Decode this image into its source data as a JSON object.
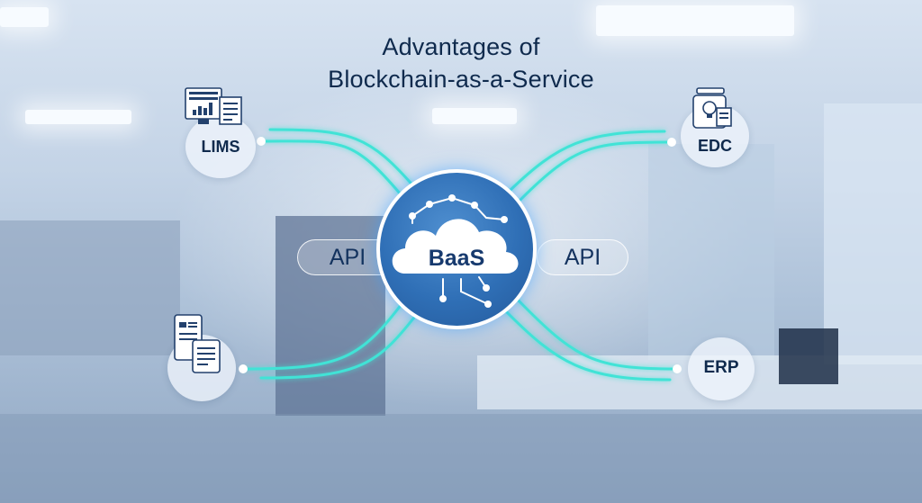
{
  "title": {
    "line1": "Advantages of",
    "line2": "Blockchain-as-a-Service"
  },
  "hub": {
    "label": "BaaS",
    "icon": "cloud-network-icon"
  },
  "api_left": {
    "label": "API"
  },
  "api_right": {
    "label": "API"
  },
  "nodes": {
    "lims": {
      "label": "LIMS",
      "icon": "monitor-chart-document-icon"
    },
    "edc": {
      "label": "EDC",
      "icon": "document-lightbulb-icon"
    },
    "erp": {
      "label": "ERP"
    },
    "docs": {
      "icon": "tablet-documents-icon"
    }
  },
  "colors": {
    "connector": "#41e3d6",
    "hub_fill": "#2f6fb6",
    "text": "#0f2a4d"
  }
}
